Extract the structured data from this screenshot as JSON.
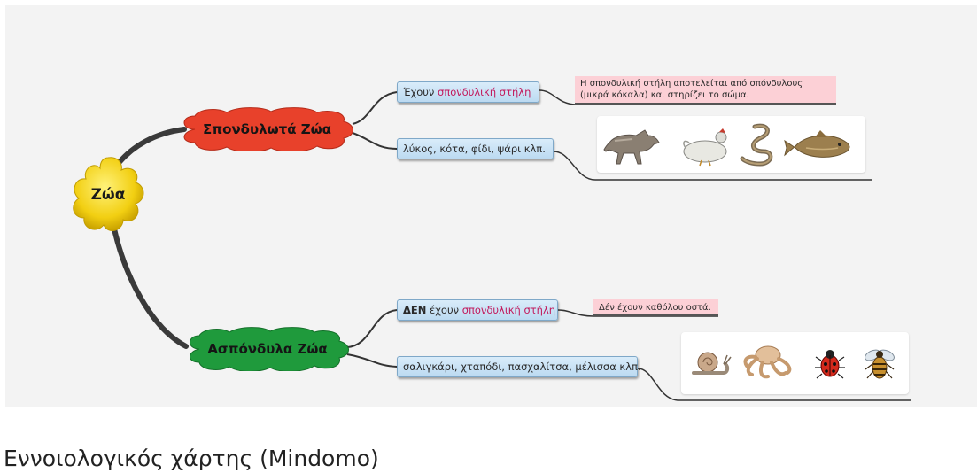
{
  "map": {
    "root": "Ζώα",
    "vertebrates": {
      "label": "Σπονδυλωτά Ζώα",
      "color": "#e8412b",
      "spine_topic": {
        "prefix": "Έχουν ",
        "highlight": "σπονδυλική στήλη"
      },
      "spine_note": "Η σπονδυλική στήλη αποτελείται από σπόνδυλους (μικρά κόκαλα) και στηρίζει το σώμα.",
      "examples_topic": "λύκος, κότα, φίδι, ψάρι κλπ.",
      "example_icons": [
        "wolf-icon",
        "hen-icon",
        "snake-icon",
        "fish-icon"
      ]
    },
    "invertebrates": {
      "label": "Ασπόνδυλα Ζώα",
      "color": "#1f9a3c",
      "spine_topic": {
        "bold": "ΔΕΝ",
        "middle": " έχουν ",
        "highlight": "σπονδυλική στήλη"
      },
      "spine_note": "Δέν έχουν καθόλου οστά.",
      "examples_topic": "σαλιγκάρι, χταπόδι, πασχαλίτσα, μέλισσα κλπ.",
      "example_icons": [
        "snail-icon",
        "octopus-icon",
        "ladybug-icon",
        "bee-icon"
      ]
    }
  },
  "caption": "Εννοιολογικός χάρτης (Mindomo)"
}
